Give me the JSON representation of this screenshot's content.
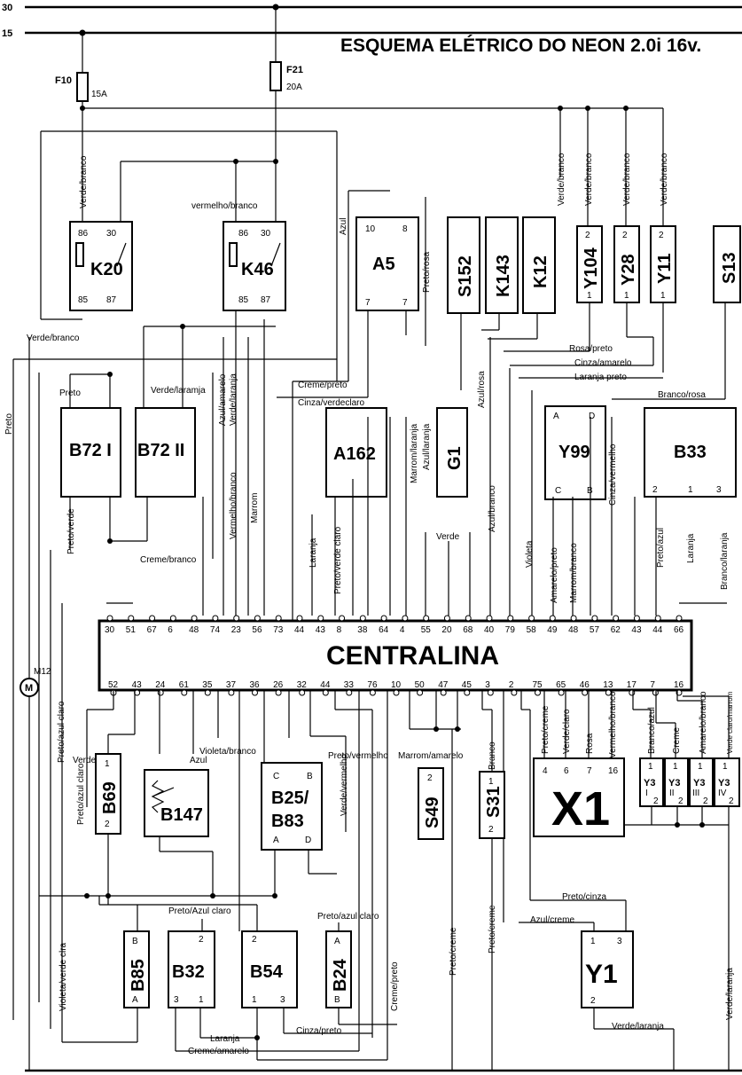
{
  "title": "ESQUEMA ELÉTRICO DO NEON 2.0i 16v.",
  "rails": {
    "r30": "30",
    "r15": "15"
  },
  "fuses": [
    {
      "name": "F10",
      "rating": "15A"
    },
    {
      "name": "F21",
      "rating": "20A"
    }
  ],
  "relays": {
    "k20": {
      "name": "K20",
      "pins": [
        "86",
        "30",
        "85",
        "87"
      ]
    },
    "k46": {
      "name": "K46",
      "pins": [
        "86",
        "30",
        "85",
        "87"
      ]
    }
  },
  "components": {
    "a5": {
      "name": "A5",
      "pins": [
        "10",
        "8",
        "7",
        "7"
      ]
    },
    "s152": "S152",
    "k143": "K143",
    "k12": "K12",
    "y104": {
      "name": "Y104",
      "pins": [
        "2",
        "1"
      ]
    },
    "y28": {
      "name": "Y28",
      "pins": [
        "2",
        "1"
      ]
    },
    "y11": {
      "name": "Y11",
      "pins": [
        "2",
        "1"
      ]
    },
    "s13": "S13",
    "b72i": "B72 I",
    "b72ii": "B72 II",
    "a162": "A162",
    "g1": "G1",
    "y99": {
      "name": "Y99",
      "pins": [
        "A",
        "D",
        "C",
        "B"
      ]
    },
    "b33": {
      "name": "B33",
      "pins": [
        "2",
        "1",
        "3"
      ]
    },
    "ecu": "CENTRALINA",
    "m12": "M12",
    "motor": "M",
    "b69": {
      "name": "B69",
      "pins": [
        "1",
        "2"
      ]
    },
    "b147": "B147",
    "b25": {
      "line1": "B25/",
      "line2": "B83",
      "pins": [
        "C",
        "B",
        "A",
        "D"
      ]
    },
    "s49": {
      "name": "S49",
      "pin": "2"
    },
    "s31": {
      "name": "S31",
      "pins": [
        "1",
        "2"
      ]
    },
    "x1": {
      "name": "X1",
      "pins": [
        "4",
        "6",
        "7",
        "16"
      ]
    },
    "y3": [
      {
        "name": "Y3",
        "sub": "I",
        "pins": [
          "1",
          "2"
        ]
      },
      {
        "name": "Y3",
        "sub": "II",
        "pins": [
          "1",
          "2"
        ]
      },
      {
        "name": "Y3",
        "sub": "III",
        "pins": [
          "1",
          "2"
        ]
      },
      {
        "name": "Y3",
        "sub": "IV",
        "pins": [
          "1",
          "2"
        ]
      }
    ],
    "b85": {
      "name": "B85",
      "pins": [
        "B",
        "A"
      ]
    },
    "b32": {
      "name": "B32",
      "pins": [
        "2",
        "3",
        "1"
      ]
    },
    "b54": {
      "name": "B54",
      "pins": [
        "2",
        "1",
        "3"
      ]
    },
    "b24": {
      "name": "B24",
      "pins": [
        "A",
        "B"
      ]
    },
    "y1": {
      "name": "Y1",
      "pins": [
        "1",
        "3",
        "2"
      ]
    }
  },
  "ecu_pins_top": [
    "30",
    "51",
    "67",
    "6",
    "48",
    "74",
    "23",
    "56",
    "73",
    "44",
    "43",
    "8",
    "38",
    "64",
    "4",
    "55",
    "20",
    "68",
    "40",
    "79",
    "58",
    "49",
    "48",
    "57",
    "62",
    "43",
    "44",
    "66"
  ],
  "ecu_pins_bottom": [
    "52",
    "43",
    "24",
    "61",
    "35",
    "37",
    "36",
    "26",
    "32",
    "44",
    "33",
    "76",
    "10",
    "50",
    "47",
    "45",
    "3",
    "2",
    "75",
    "65",
    "46",
    "13",
    "17",
    "7",
    "16"
  ],
  "wires": {
    "verde_branco": "Verde/branco",
    "vermelho_branco": "vermelho/branco",
    "azul": "Azul",
    "preto_rosa": "Preto/rosa",
    "rosa_preto": "Rosa/preto",
    "cinza_amarelo": "Cinza/amarelo",
    "laranja_preto": "Laranja preto",
    "branco_rosa": "Branco/rosa",
    "creme_preto": "Creme/preto",
    "cinza_verdeclaro": "Cinza/verdeclaro",
    "preto": "Preto",
    "verde_laramja": "Verde/laramja",
    "azul_amarelo": "Azul/amarelo",
    "verde_laranja": "Verde/laranja",
    "marrom_laranja": "Marrom/laranja",
    "azul_laranja": "Azul/laranja",
    "azul_rosa": "Azul/rosa",
    "cinza_vermelho": "Cinza/vermelho",
    "preto_verde": "Preto/verde",
    "creme_branco": "Creme/branco",
    "vermelho_branco2": "Vermelho/branco",
    "marrom": "Marrom",
    "laranja": "Laranja",
    "preto_verde_claro": "Preto/verde claro",
    "verde": "Verde",
    "azul_branco": "Azul/branco",
    "violeta": "Violeta",
    "amarelo_preto": "Amarelo/preto",
    "marrom_branco": "Marrom/branco",
    "preto_azul": "Preto/azul",
    "branco_laranja": "Branco/laranja",
    "preto_azul_claro": "Preto/azul claro",
    "verde_claro": "Verde claro",
    "violeta_branco": "Violeta/branco",
    "preto_vermelho": "Preto/vermelho",
    "verde_vermelho": "Verde/vermelho",
    "marrom_amarelo": "Marrom/amarelo",
    "branco": "Branco",
    "preto_creme": "Preto/creme",
    "verde_claro2": "Verde/claro",
    "rosa": "Rosa",
    "vermelho_branco3": "Vermelho/branco",
    "branco_azul": "Branco/azul",
    "creme": "Creme",
    "amarelo_branco": "Amarelo/branco",
    "verde_claro_marrom": "Verde claro/marrom",
    "preto_azul_claro2": "Preto/Azul claro",
    "preto_cinza": "Preto/cinza",
    "azul_creme": "Azul/creme",
    "violeta_verde_clra": "Violeta/verde clra",
    "preto_azul_claro3": "Preto/azul claro",
    "laranja2": "Laranja",
    "cinza_preto": "Cinza/preto",
    "creme_amarelo": "Creme/amarelo",
    "creme_preto2": "Creme/preto",
    "verde_laranja2": "Verde/laranja",
    "preto_creme2": "Preto/creme"
  }
}
